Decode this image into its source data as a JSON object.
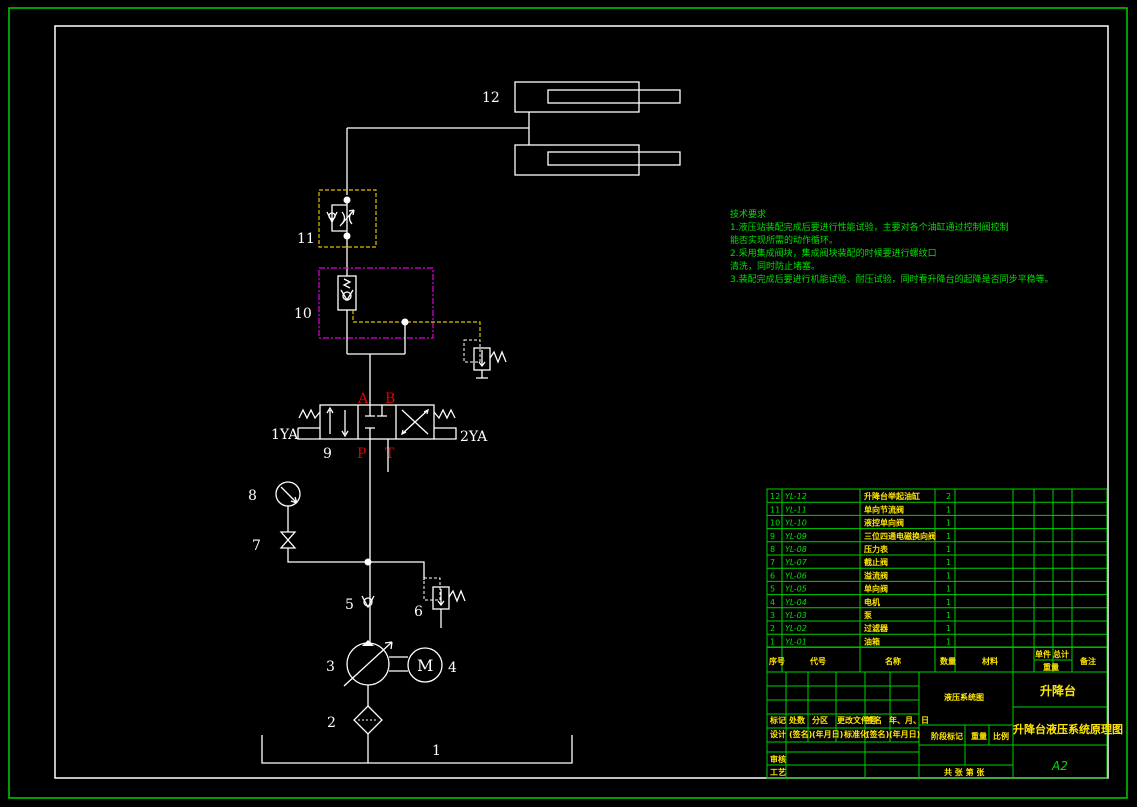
{
  "components": {
    "c1": "1",
    "c2": "2",
    "c3": "3",
    "c4": "4",
    "c5": "5",
    "c6": "6",
    "c7": "7",
    "c8": "8",
    "c9": "9",
    "c10": "10",
    "c11": "11",
    "c12": "12",
    "motor_letter": "M"
  },
  "valve_ports": {
    "a": "A",
    "b": "B",
    "p": "P",
    "t": "T"
  },
  "solenoids": {
    "left": "1YA",
    "right": "2YA"
  },
  "tech_requirements": {
    "title": "技术要求",
    "lines": [
      "1.液压站装配完成后要进行性能试验，主要对各个油缸通过控制阀控制",
      "能否实现所需的动作循环。",
      "2.采用集成阀块，集成阀块装配的时候要进行螺纹口",
      "清洗，同时防止堵塞。",
      "3.装配完成后要进行机能试验、耐压试验，同时看升降台的起降是否同步平稳等。"
    ]
  },
  "parts_list": [
    {
      "no": "12",
      "code": "YL-12",
      "name": "升降台举起油缸",
      "qty": "2"
    },
    {
      "no": "11",
      "code": "YL-11",
      "name": "单向节流阀",
      "qty": "1"
    },
    {
      "no": "10",
      "code": "YL-10",
      "name": "液控单向阀",
      "qty": "1"
    },
    {
      "no": "9",
      "code": "YL-09",
      "name": "三位四通电磁换向阀",
      "qty": "1"
    },
    {
      "no": "8",
      "code": "YL-08",
      "name": "压力表",
      "qty": "1"
    },
    {
      "no": "7",
      "code": "YL-07",
      "name": "截止阀",
      "qty": "1"
    },
    {
      "no": "6",
      "code": "YL-06",
      "name": "溢流阀",
      "qty": "1"
    },
    {
      "no": "5",
      "code": "YL-05",
      "name": "单向阀",
      "qty": "1"
    },
    {
      "no": "4",
      "code": "YL-04",
      "name": "电机",
      "qty": "1"
    },
    {
      "no": "3",
      "code": "YL-03",
      "name": "泵",
      "qty": "1"
    },
    {
      "no": "2",
      "code": "YL-02",
      "name": "过滤器",
      "qty": "1"
    },
    {
      "no": "1",
      "code": "YL-01",
      "name": "油箱",
      "qty": "1"
    }
  ],
  "parts_header": {
    "no": "序号",
    "code": "代号",
    "name": "名称",
    "qty": "数量",
    "material": "材料",
    "single": "单件",
    "total": "总计",
    "weight": "重量",
    "remark": "备注"
  },
  "title_block": {
    "project": "升降台",
    "drawing_title": "升降台液压系统原理图",
    "sheet_size": "A2",
    "system_label": "液压系统图",
    "row1": [
      "标记",
      "处数",
      "分区",
      "更改文件号",
      "签名",
      "年、月、日"
    ],
    "row2": [
      "设计",
      "(签名)",
      "(年月日)",
      "标准化",
      "(签名)",
      "(年月日)"
    ],
    "stage_mark": "阶段标记",
    "weight": "重量",
    "scale": "比例",
    "review": "审核",
    "process": "工艺",
    "sheets": "共  张  第  张"
  }
}
